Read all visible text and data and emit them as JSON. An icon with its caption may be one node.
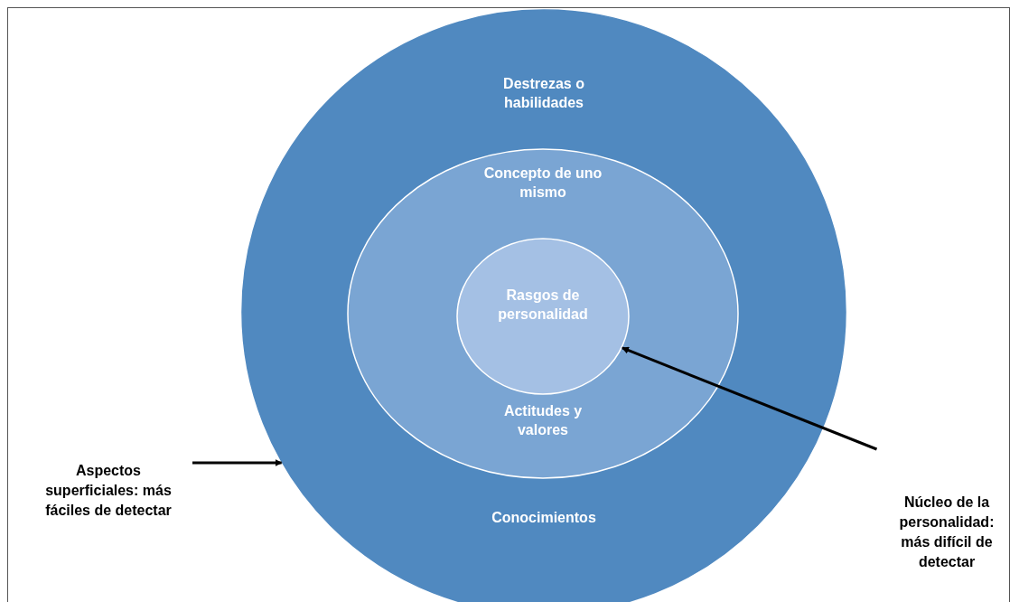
{
  "diagram": {
    "nodes": [
      {
        "text": [
          "Destrezas o habilidades",
          "Conocimientos"
        ]
      },
      {
        "text": [
          "Concepto de uno mismo",
          "Actitudes y valores"
        ],
        "in": 0
      },
      {
        "text": [
          "Rasgos de personalidad"
        ],
        "in": 1
      },
      {
        "text": [
          "Aspectos superficiales: más fáciles de detectar"
        ]
      },
      {
        "text": [
          "Núcleo de la personalidad: más difícil de detectar"
        ]
      }
    ],
    "edges": [
      {
        "from": 3,
        "to": 0,
        "arrow": "to"
      },
      {
        "from": 4,
        "to": 2,
        "arrow": "to"
      }
    ]
  }
}
